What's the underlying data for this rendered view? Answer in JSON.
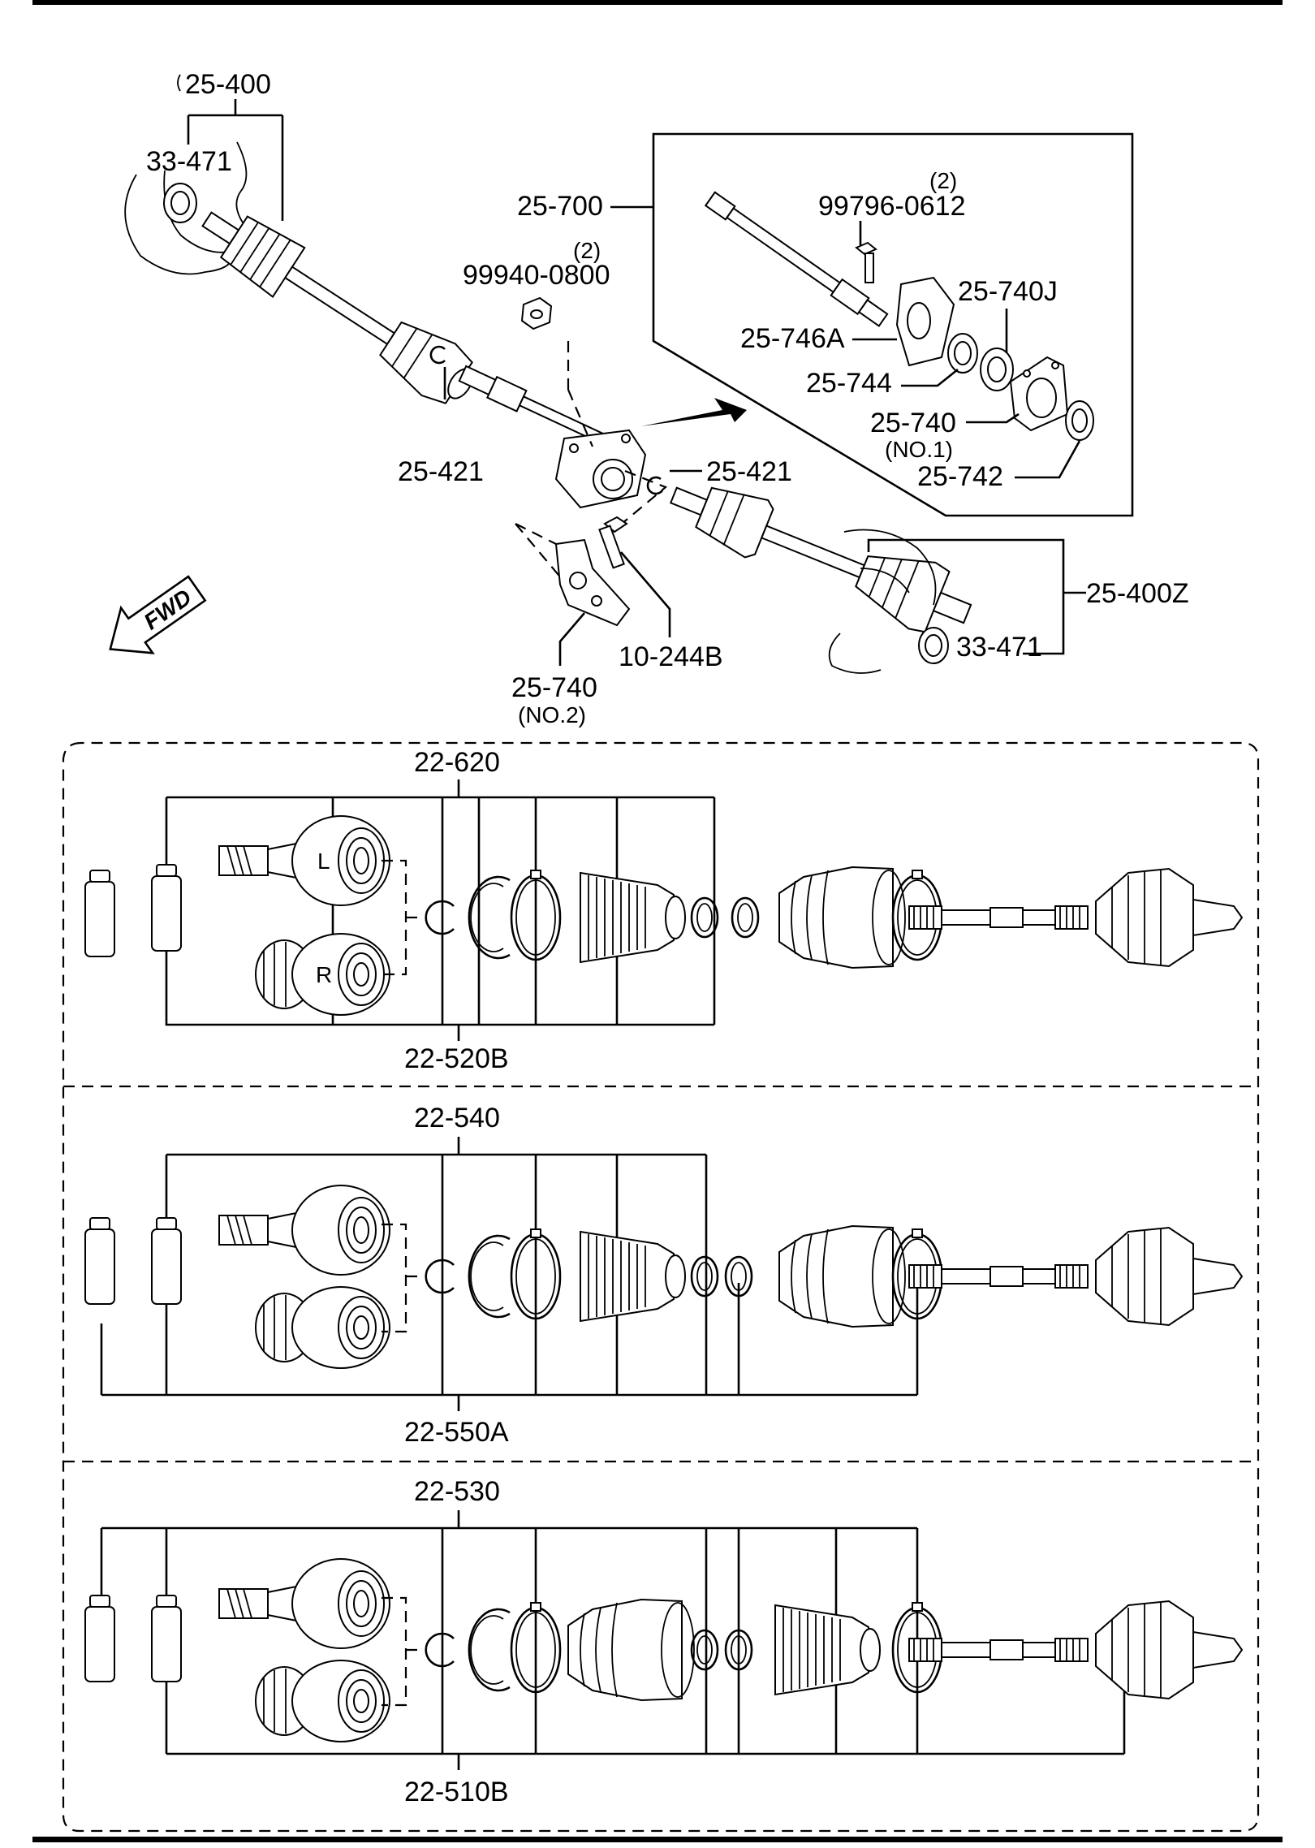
{
  "labels": {
    "p25_400": "25-400",
    "p33_471_top": "33-471",
    "p25_700": "25-700",
    "p99796_qty": "(2)",
    "p99796": "99796-0612",
    "p99940_qty": "(2)",
    "p99940": "99940-0800",
    "p25_740J": "25-740J",
    "p25_746A": "25-746A",
    "p25_744": "25-744",
    "p25_740_no1": "25-740",
    "p25_740_no1_sub": "(NO.1)",
    "p25_742": "25-742",
    "p25_421_left": "25-421",
    "p25_421_right": "25-421",
    "p25_400Z": "25-400Z",
    "p10_244B": "10-244B",
    "p25_740_no2": "25-740",
    "p25_740_no2_sub": "(NO.2)",
    "p33_471_bottom": "33-471",
    "fwd": "FWD",
    "p22_620": "22-620",
    "p22_520B": "22-520B",
    "p22_540": "22-540",
    "p22_550A": "22-550A",
    "p22_530": "22-530",
    "p22_510B": "22-510B",
    "joint_L": "L",
    "joint_R": "R"
  }
}
